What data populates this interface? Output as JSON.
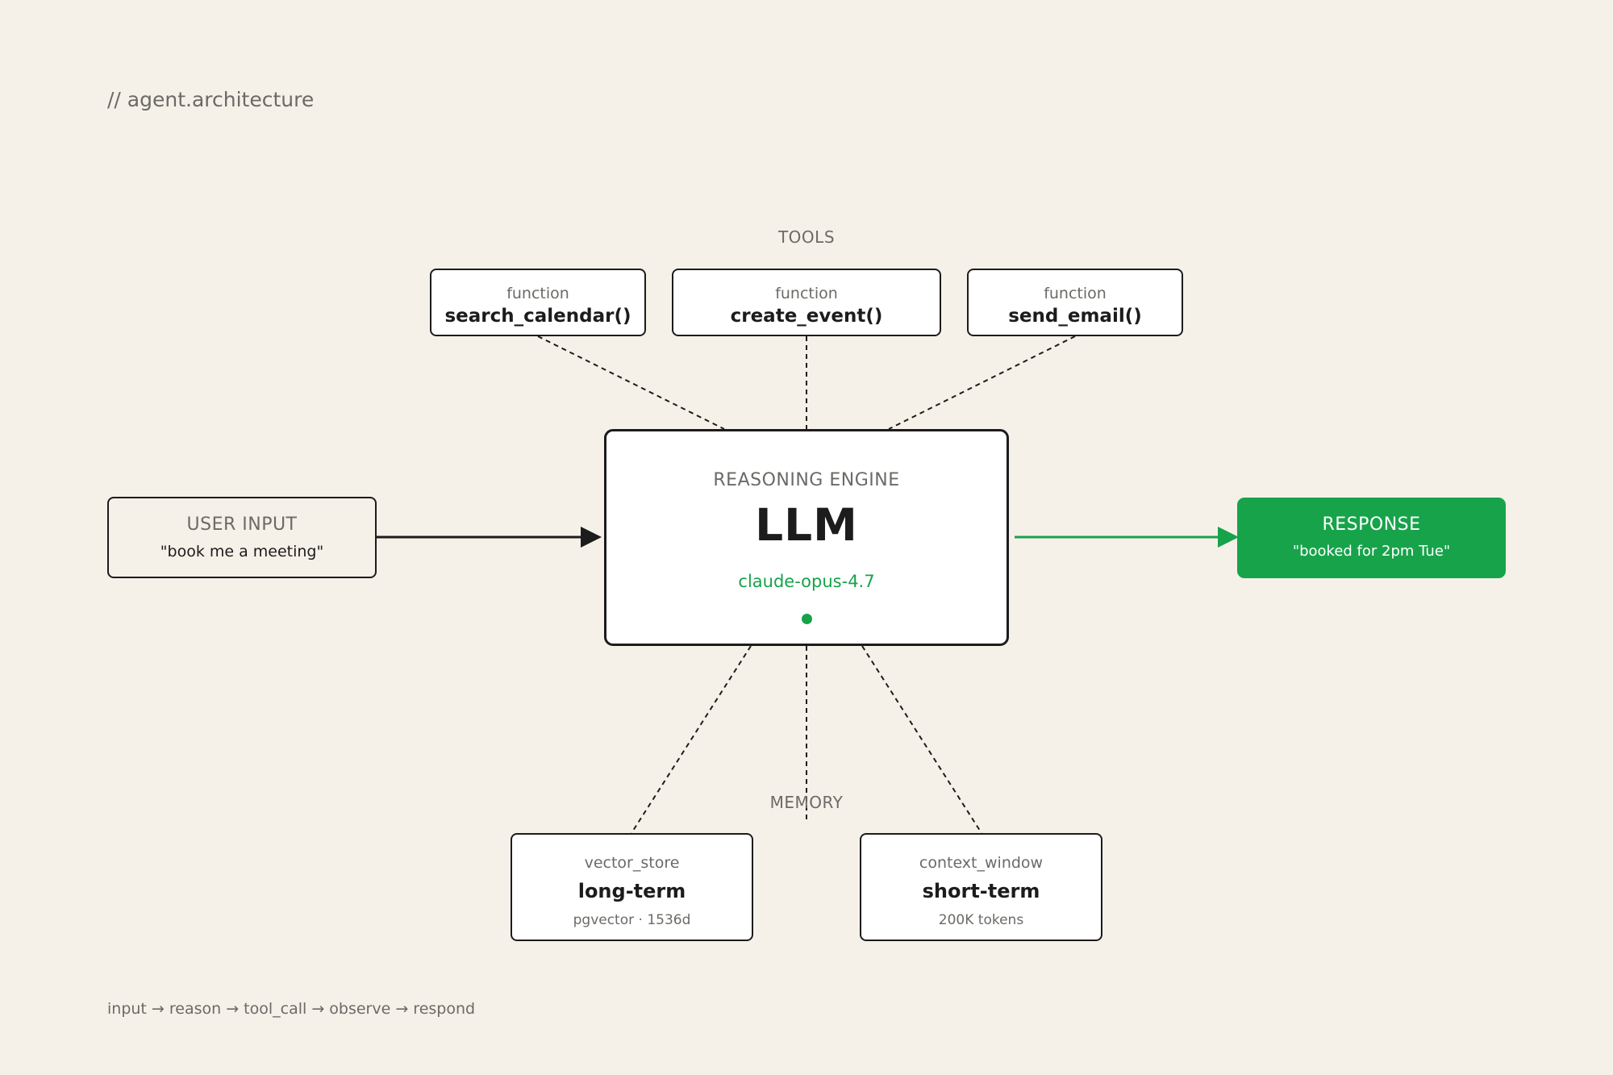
{
  "heading": "// agent.architecture",
  "tools": {
    "label": "TOOLS",
    "items": [
      {
        "kind": "function",
        "name": "search_calendar()"
      },
      {
        "kind": "function",
        "name": "create_event()"
      },
      {
        "kind": "function",
        "name": "send_email()"
      }
    ]
  },
  "user_input": {
    "label": "USER INPUT",
    "quote": "\"book me a meeting\""
  },
  "engine": {
    "label": "REASONING ENGINE",
    "title": "LLM",
    "model": "claude-opus-4.7"
  },
  "response": {
    "label": "RESPONSE",
    "quote": "\"booked for 2pm Tue\""
  },
  "memory": {
    "label": "MEMORY",
    "items": [
      {
        "kind": "vector_store",
        "name": "long-term",
        "note": "pgvector · 1536d"
      },
      {
        "kind": "context_window",
        "name": "short-term",
        "note": "200K tokens"
      }
    ]
  },
  "footer": "input → reason → tool_call → observe → respond",
  "colors": {
    "accent": "#17a34a",
    "ink": "#1c1c1c",
    "muted": "#6b6a66",
    "background": "#f5f1e9"
  }
}
